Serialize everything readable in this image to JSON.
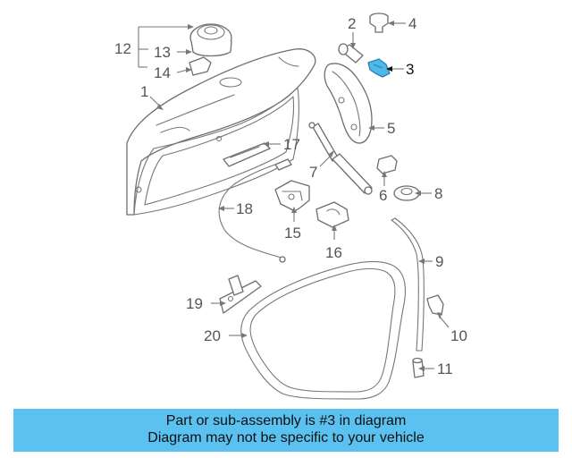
{
  "diagram": {
    "highlight_color": "#4fb8ea",
    "highlighted_callout": "3",
    "callouts": {
      "c1": "1",
      "c2": "2",
      "c3": "3",
      "c4": "4",
      "c5": "5",
      "c6": "6",
      "c7": "7",
      "c8": "8",
      "c9": "9",
      "c10": "10",
      "c11": "11",
      "c12": "12",
      "c13": "13",
      "c14": "14",
      "c15": "15",
      "c16": "16",
      "c17": "17",
      "c18": "18",
      "c19": "19",
      "c20": "20"
    }
  },
  "banner": {
    "background_color": "#5bc1f0",
    "line1": "Part or sub-assembly is #3 in diagram",
    "line2": "Diagram may not be specific to your vehicle"
  }
}
